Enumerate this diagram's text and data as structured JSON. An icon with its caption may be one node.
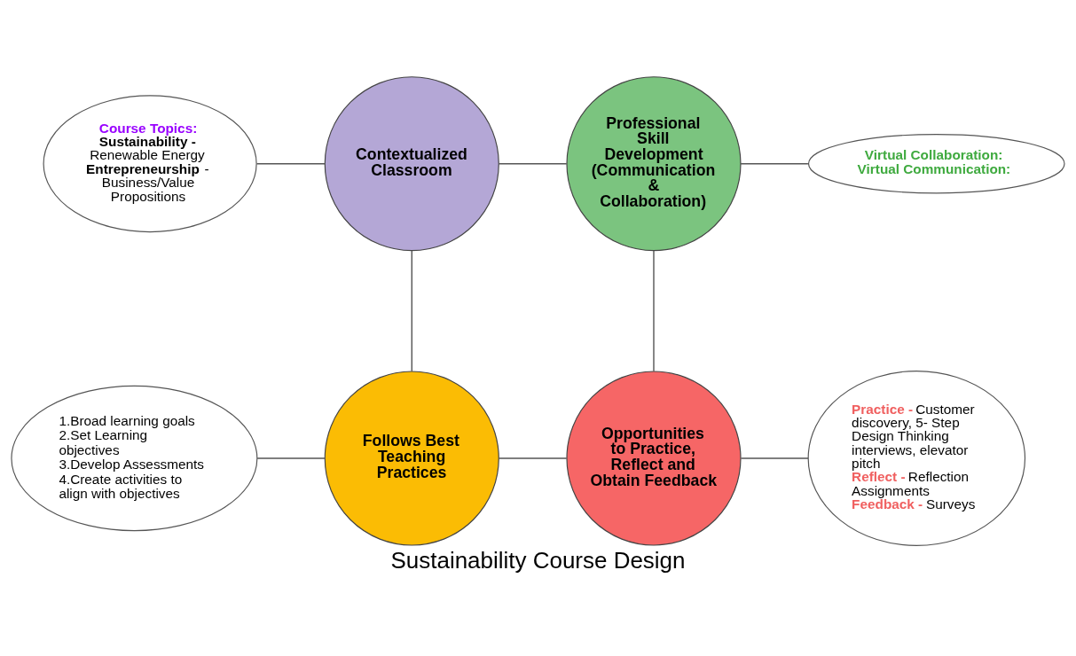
{
  "diagram": {
    "title": "Sustainability Course Design",
    "nodes": [
      {
        "text": [
          "Course Topics:",
          "**Sustainability -** Renewable Energy",
          "**Entrepreneurship** - Business/Value Propositions"
        ]
      },
      {
        "text": [
          "Contextualized Classroom"
        ]
      },
      {
        "text": [
          "Professional Skill Development (Communication & Collaboration)"
        ]
      },
      {
        "text": [
          "Virtual Collaboration:",
          "Virtual Communication:"
        ]
      },
      {
        "text": [
          "1.Broad learning goals",
          "2.Set Learning objectives",
          "3.Develop Assessments",
          "4.Create activities to align with objectives"
        ]
      },
      {
        "text": [
          "Follows Best Teaching Practices"
        ]
      },
      {
        "text": [
          "Opportunities to Practice, Reflect and Obtain Feedback"
        ]
      },
      {
        "text": [
          "**Practice -** Customer discovery, 5- Step Design Thinking interviews, elevator pitch",
          "**Reflect -** Reflection Assignments",
          "**Feedback -** Surveys"
        ]
      }
    ],
    "edges": [
      {
        "from": 0,
        "to": 1,
        "arrow": "none"
      },
      {
        "from": 1,
        "to": 2,
        "arrow": "none"
      },
      {
        "from": 2,
        "to": 3,
        "arrow": "none"
      },
      {
        "from": 1,
        "to": 5,
        "arrow": "none"
      },
      {
        "from": 2,
        "to": 6,
        "arrow": "none"
      },
      {
        "from": 4,
        "to": 5,
        "arrow": "none"
      },
      {
        "from": 5,
        "to": 6,
        "arrow": "none"
      },
      {
        "from": 6,
        "to": 7,
        "arrow": "none"
      }
    ]
  }
}
